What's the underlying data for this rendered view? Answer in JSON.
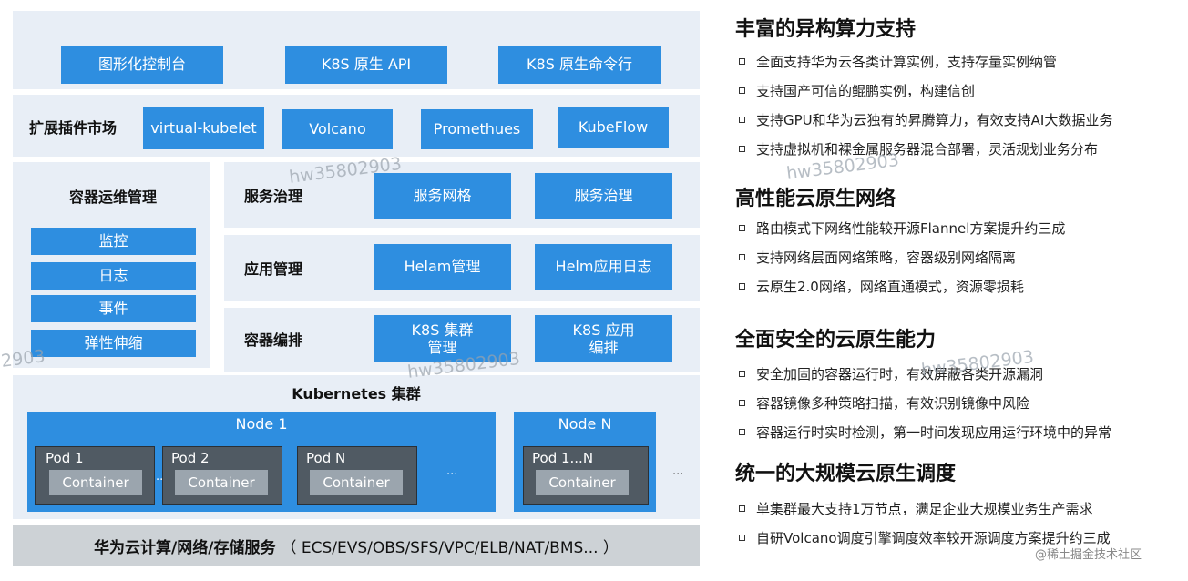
{
  "top_row": [
    "图形化控制台",
    "K8S 原生 API",
    "K8S 原生命令行"
  ],
  "plugin_market": {
    "label": "扩展插件市场",
    "items": [
      "virtual-kubelet",
      "Volcano",
      "Promethues",
      "KubeFlow"
    ]
  },
  "ops": {
    "label": "容器运维管理",
    "items": [
      "监控",
      "日志",
      "事件",
      "弹性伸缩"
    ]
  },
  "service_gov": {
    "label": "服务治理",
    "items": [
      "服务网格",
      "服务治理"
    ]
  },
  "app_mgmt": {
    "label": "应用管理",
    "items": [
      "Helam管理",
      "Helm应用日志"
    ]
  },
  "orchestration": {
    "label": "容器编排",
    "items": [
      "K8S 集群\n管理",
      "K8S 应用\n编排"
    ]
  },
  "cluster": {
    "title": "Kubernetes 集群",
    "node1": {
      "title": "Node 1",
      "pods": [
        {
          "name": "Pod 1",
          "container": "Container"
        },
        {
          "name": "Pod 2",
          "container": "Container"
        },
        {
          "name": "Pod N",
          "container": "Container"
        }
      ],
      "ellipsis": "..."
    },
    "nodeN": {
      "title": "Node N",
      "pods": [
        {
          "name": "Pod 1...N",
          "container": "Container"
        }
      ]
    },
    "ellipsis": "..."
  },
  "bottom_bar": {
    "bold": "华为云计算/网络/存储服务",
    "rest": "（ ECS/EVS/OBS/SFS/VPC/ELB/NAT/BMS... ）"
  },
  "features": [
    {
      "heading": "丰富的异构算力支持",
      "bullets": [
        "全面支持华为云各类计算实例，支持存量实例纳管",
        "支持国产可信的鲲鹏实例，构建信创",
        "支持GPU和华为云独有的昇腾算力，有效支持AI大数据业务",
        "支持虚拟机和裸金属服务器混合部署，灵活规划业务分布"
      ]
    },
    {
      "heading": "高性能云原生网络",
      "bullets": [
        "路由模式下网络性能较开源Flannel方案提升约三成",
        "支持网络层面网络策略，容器级别网络隔离",
        "云原生2.0网络，网络直通模式，资源零损耗"
      ]
    },
    {
      "heading": "全面安全的云原生能力",
      "bullets": [
        "安全加固的容器运行时，有效屏蔽各类开源漏洞",
        "容器镜像多种策略扫描，有效识别镜像中风险",
        "容器运行时实时检测，第一时间发现应用运行环境中的异常"
      ]
    },
    {
      "heading": "统一的大规模云原生调度",
      "bullets": [
        "单集群最大支持1万节点，满足企业大规模业务生产需求",
        "自研Volcano调度引擎调度效率较开源调度方案提升约三成"
      ]
    }
  ],
  "watermark": "hw35802903",
  "watermark_partial": "2903",
  "credit": "@稀土掘金技术社区",
  "colors": {
    "accent_blue": "#2e8ee0",
    "panel": "#e8eef6",
    "pod": "#505a63",
    "bottom": "#cdd2d6"
  }
}
